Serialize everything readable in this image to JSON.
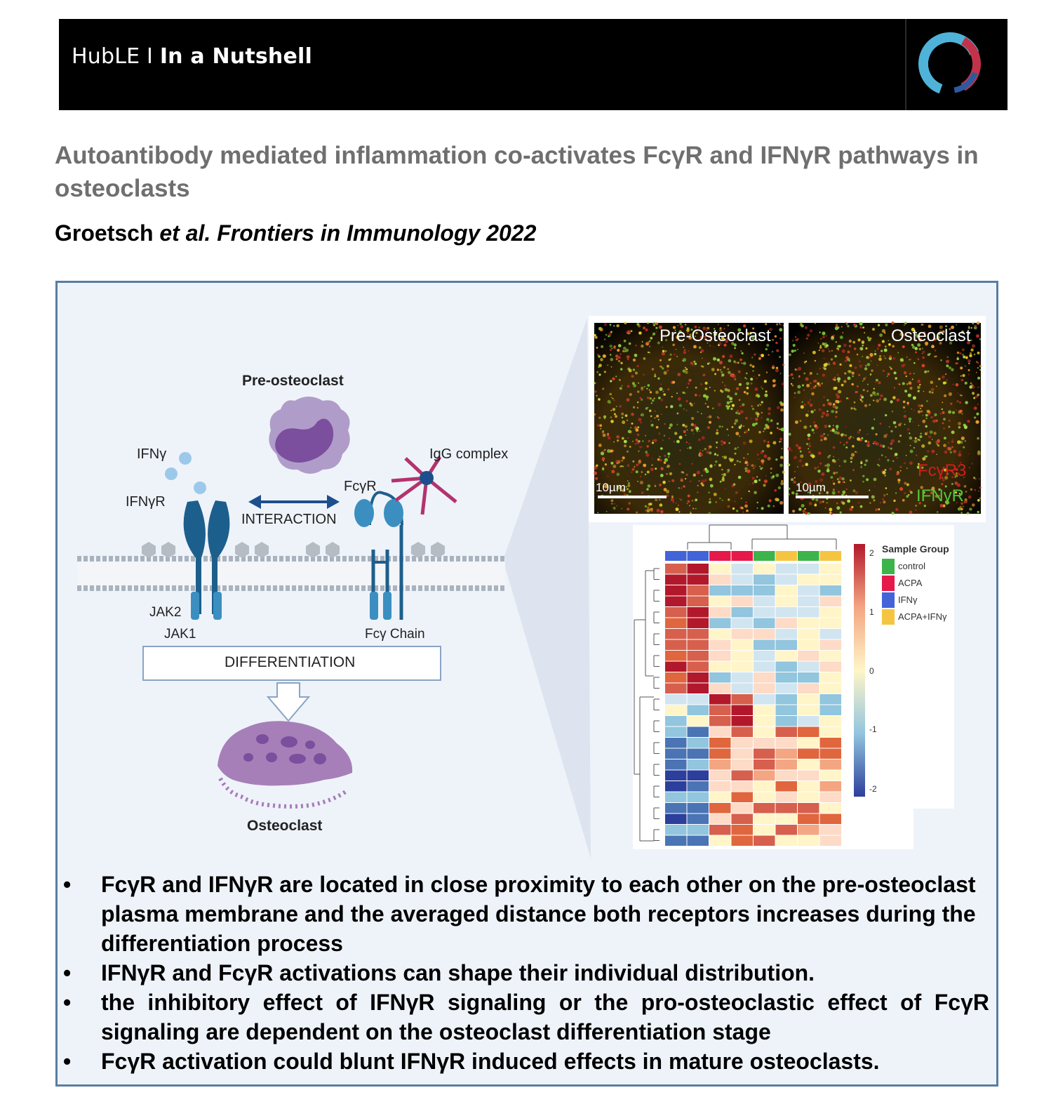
{
  "banner": {
    "brand": "HubLE I ",
    "tagline": "In a Nutshell"
  },
  "title": "Autoantibody mediated inflammation co-activates FcγR and IFNγR pathways in osteoclasts",
  "citation": {
    "authors": "Groetsch ",
    "etal": "et al.",
    "journal": " Frontiers in Immunology 2022"
  },
  "diagram": {
    "pre_osteoclast": "Pre-osteoclast",
    "ifng": "IFNγ",
    "ifngr": "IFNγR",
    "interaction": "INTERACTION",
    "igg_complex": "IgG complex",
    "fcgr": "FcγR",
    "jak2": "JAK2",
    "jak1": "JAK1",
    "fcg_chain": "Fcγ Chain",
    "differentiation": "DIFFERENTIATION",
    "osteoclast": "Osteoclast"
  },
  "micrographs": {
    "left_title": "Pre-Osteoclast",
    "right_title": "Osteoclast",
    "scale_left": "10µm",
    "scale_right": "10µm",
    "legend_red": "FcγR3",
    "legend_green": "IFNγR"
  },
  "heatmap": {
    "legend_title": "Sample Group",
    "groups": [
      {
        "label": "control",
        "color": "#3cb44b"
      },
      {
        "label": "ACPA",
        "color": "#e6194b"
      },
      {
        "label": "IFNγ",
        "color": "#4363d8"
      },
      {
        "label": "ACPA+IFNγ",
        "color": "#f5c542"
      }
    ],
    "scale_ticks": [
      "2",
      "1",
      "0",
      "-1",
      "-2"
    ]
  },
  "bullets": [
    "FcγR and IFNγR are located in close proximity to each other on the pre-osteoclast plasma membrane and the averaged distance both receptors increases during the differentiation process",
    "IFNγR and FcγR activations can shape their individual distribution.",
    "the inhibitory effect of IFNγR signaling or the pro-osteoclastic effect of FcγR signaling are dependent on the osteoclast differentiation stage",
    "FcγR activation could blunt IFNγR induced effects in mature osteoclasts."
  ]
}
